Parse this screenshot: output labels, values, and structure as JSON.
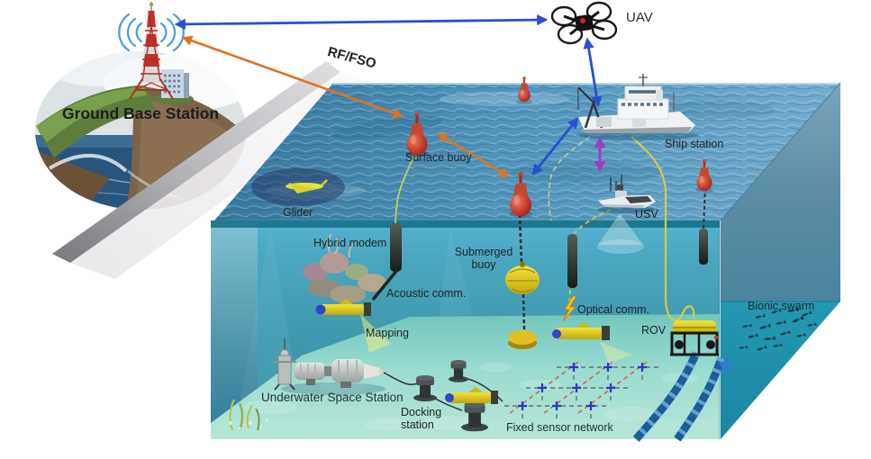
{
  "labels": {
    "ground_base_station": "Ground Base Station",
    "uav": "UAV",
    "rf_fso": "RF/FSO",
    "surface_buoy": "Surface buoy",
    "glider": "Glider",
    "ship_station": "Ship station",
    "usv": "USV",
    "hybrid_modem": "Hybrid modem",
    "submerged_buoy": "Submerged buoy",
    "acoustic_comm": "Acoustic comm.",
    "optical_comm": "Optical comm.",
    "mapping": "Mapping",
    "rov": "ROV",
    "bionic_swarm": "Bionic swarm",
    "underwater_space_station": "Underwater Space Station",
    "docking_station": "Docking station",
    "fixed_sensor_network": "Fixed sensor network"
  },
  "colors": {
    "arrow_blue": "#2a4fd0",
    "arrow_orange": "#e2711d",
    "arrow_purple": "#a33bbf",
    "buoy_red": "#c14327",
    "vehicle_yellow": "#e5d32a",
    "tether_yellow": "#d9c93f",
    "subsea_cable_blue": "#1d5c9b",
    "sensor_node_blue": "#2b35cf",
    "sensor_link_orange": "#d4654a",
    "water_surface": "#4f94ba",
    "water_deep": "#3a93a8",
    "side_face": "#5d8ca6",
    "seafloor": "#9adcd0"
  },
  "icons": {
    "optical_comm_bolt": "⚡",
    "uav": "quadcopter-drone",
    "ground_station_signal": "radio-arcs"
  },
  "connections": [
    {
      "from": "ground_base_station",
      "to": "uav",
      "medium": "RF/FSO",
      "style": "blue-double-arrow"
    },
    {
      "from": "ground_base_station",
      "to": "surface_buoy",
      "medium": "RF/FSO",
      "style": "orange-double-arrow"
    },
    {
      "from": "uav",
      "to": "ship_station",
      "style": "blue-double-arrow"
    },
    {
      "from": "ship_station",
      "to": "surface_buoy",
      "style": "blue-double-arrow"
    },
    {
      "from": "surface_buoy",
      "to": "surface_buoy",
      "style": "orange-double-arrow"
    },
    {
      "from": "ship_station",
      "to": "usv",
      "style": "purple-double-arrow"
    }
  ]
}
